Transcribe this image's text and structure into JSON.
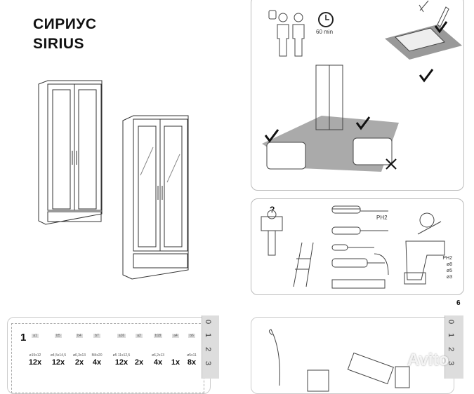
{
  "cover": {
    "title_ru": "СИРИУС",
    "title_en": "SIRIUS"
  },
  "prep_panel": {
    "time_label": "60 min"
  },
  "tools_panel": {
    "screwdriver_bit": "PH2",
    "drill_bits": [
      "PH2",
      "ø8",
      "ø5",
      "ø3"
    ],
    "question_mark": "?"
  },
  "page_number": "6",
  "parts_panel": {
    "step": "1",
    "parts": [
      {
        "code": "a1",
        "size": "ø15x12",
        "qty": "12x"
      },
      {
        "code": "b5",
        "size": "ø4,5x14,5",
        "qty": "12x"
      },
      {
        "code": "b4",
        "size": "ø6,3x13",
        "qty": "2x"
      },
      {
        "code": "b7",
        "size": "M4x20",
        "qty": "4x"
      },
      {
        "code": "a16",
        "size": "ø5 11x12,5",
        "qty": "12x"
      },
      {
        "code": "a2",
        "size": "",
        "qty": "2x"
      },
      {
        "code": "b18",
        "size": "ø6,2x13",
        "qty": "4x"
      },
      {
        "code": "a4",
        "size": "",
        "qty": "1x"
      },
      {
        "code": "b6",
        "size": "ø5x11",
        "qty": "8x"
      }
    ]
  },
  "rulers": {
    "left_ticks": [
      "0",
      "1",
      "2",
      "3"
    ],
    "right_ticks": [
      "0",
      "1",
      "2",
      "3"
    ]
  },
  "watermark": "Avito"
}
